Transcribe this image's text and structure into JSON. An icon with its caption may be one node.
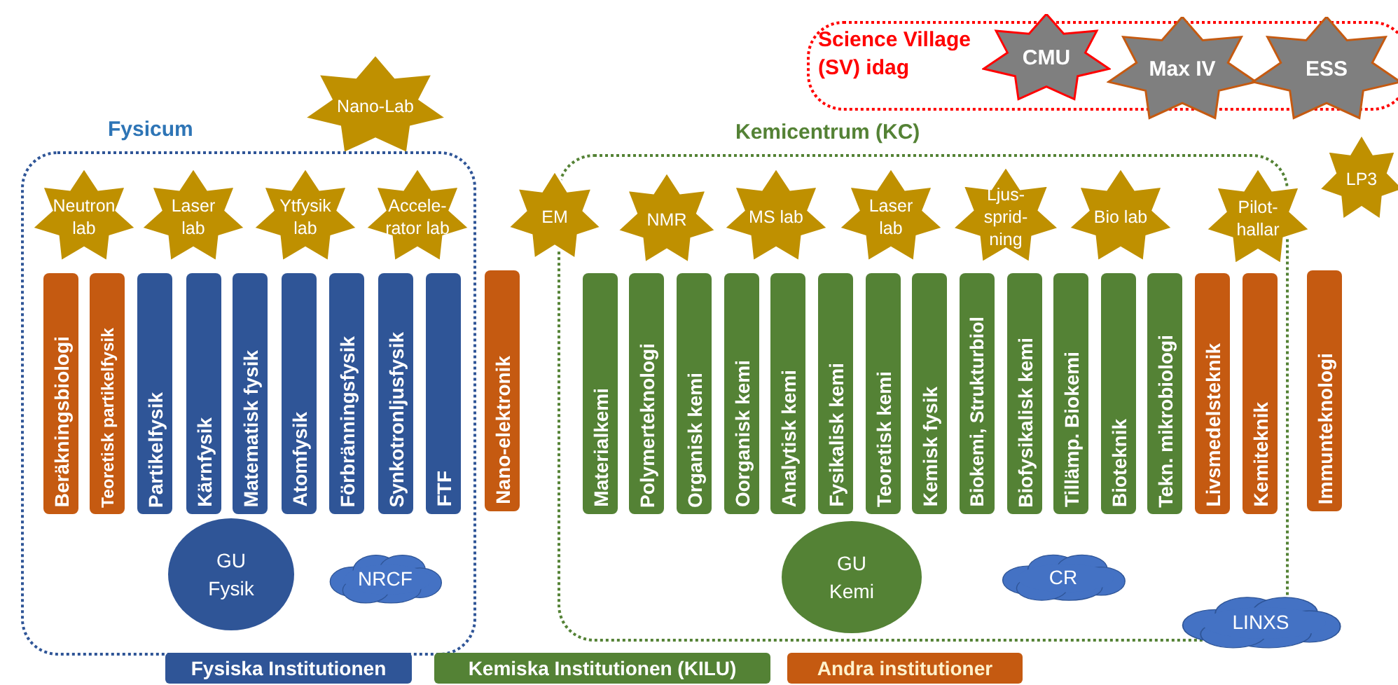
{
  "diagram": {
    "nodes": [
      {
        "text": [
          "Science Village (SV) idag"
        ]
      },
      {
        "text": [
          "CMU"
        ],
        "in": 0
      },
      {
        "text": [
          "Max IV"
        ],
        "in": 0
      },
      {
        "text": [
          "ESS"
        ],
        "in": 0
      },
      {
        "text": [
          "Nano-Lab"
        ]
      },
      {
        "text": [
          "Fysicum"
        ]
      },
      {
        "text": [
          "Neutron lab"
        ],
        "in": 5
      },
      {
        "text": [
          "Laser lab"
        ],
        "in": 5
      },
      {
        "text": [
          "Ytfysik lab"
        ],
        "in": 5
      },
      {
        "text": [
          "Accele-rator lab"
        ],
        "in": 5
      },
      {
        "text": [
          "Kemicentrum (KC)"
        ]
      },
      {
        "text": [
          "EM"
        ]
      },
      {
        "text": [
          "NMR"
        ],
        "in": 10
      },
      {
        "text": [
          "MS lab"
        ],
        "in": 10
      },
      {
        "text": [
          "Laser lab"
        ],
        "in": 10
      },
      {
        "text": [
          "Ljus-sprid-ning"
        ],
        "in": 10
      },
      {
        "text": [
          "Bio lab"
        ],
        "in": 10
      },
      {
        "text": [
          "Pilot-hallar"
        ]
      },
      {
        "text": [
          "LP3"
        ]
      },
      {
        "text": [
          "Beräkningsbiologi"
        ],
        "in": 5
      },
      {
        "text": [
          "Teoretisk partikelfysik"
        ],
        "in": 5
      },
      {
        "text": [
          "Partikelfysik"
        ],
        "in": 5
      },
      {
        "text": [
          "Kärnfysik"
        ],
        "in": 5
      },
      {
        "text": [
          "Matematisk fysik"
        ],
        "in": 5
      },
      {
        "text": [
          "Atomfysik"
        ],
        "in": 5
      },
      {
        "text": [
          "Förbränningsfysik"
        ],
        "in": 5
      },
      {
        "text": [
          "Synkotronljusfysik"
        ],
        "in": 5
      },
      {
        "text": [
          "FTF"
        ],
        "in": 5
      },
      {
        "text": [
          "Nano-elektronik"
        ]
      },
      {
        "text": [
          "Materialkemi"
        ],
        "in": 10
      },
      {
        "text": [
          "Polymerteknologi"
        ],
        "in": 10
      },
      {
        "text": [
          "Organisk kemi"
        ],
        "in": 10
      },
      {
        "text": [
          "Oorganisk kemi"
        ],
        "in": 10
      },
      {
        "text": [
          "Analytisk kemi"
        ],
        "in": 10
      },
      {
        "text": [
          "Fysikalisk kemi"
        ],
        "in": 10
      },
      {
        "text": [
          "Teoretisk kemi"
        ],
        "in": 10
      },
      {
        "text": [
          "Kemisk fysik"
        ],
        "in": 10
      },
      {
        "text": [
          "Biokemi, Strukturbiol"
        ],
        "in": 10
      },
      {
        "text": [
          "Biofysikalisk kemi"
        ],
        "in": 10
      },
      {
        "text": [
          "Tillämp. Biokemi"
        ],
        "in": 10
      },
      {
        "text": [
          "Bioteknik"
        ],
        "in": 10
      },
      {
        "text": [
          "Tekn. mikrobiologi"
        ],
        "in": 10
      },
      {
        "text": [
          "Livsmedelsteknik"
        ],
        "in": 10
      },
      {
        "text": [
          "Kemiteknik"
        ],
        "in": 10
      },
      {
        "text": [
          "Immunteknologi"
        ]
      },
      {
        "text": [
          "GU Fysik"
        ],
        "in": 5
      },
      {
        "text": [
          "NRCF"
        ],
        "in": 5
      },
      {
        "text": [
          "GU Kemi"
        ],
        "in": 10
      },
      {
        "text": [
          "CR"
        ],
        "in": 10
      },
      {
        "text": [
          "LINXS"
        ]
      }
    ],
    "legend": [
      {
        "text": "Fysiska Institutionen",
        "color": "#2f5597"
      },
      {
        "text": "Kemiska Institutionen (KILU)",
        "color": "#548235"
      },
      {
        "text": "Andra institutioner",
        "color": "#c55a11"
      }
    ]
  }
}
